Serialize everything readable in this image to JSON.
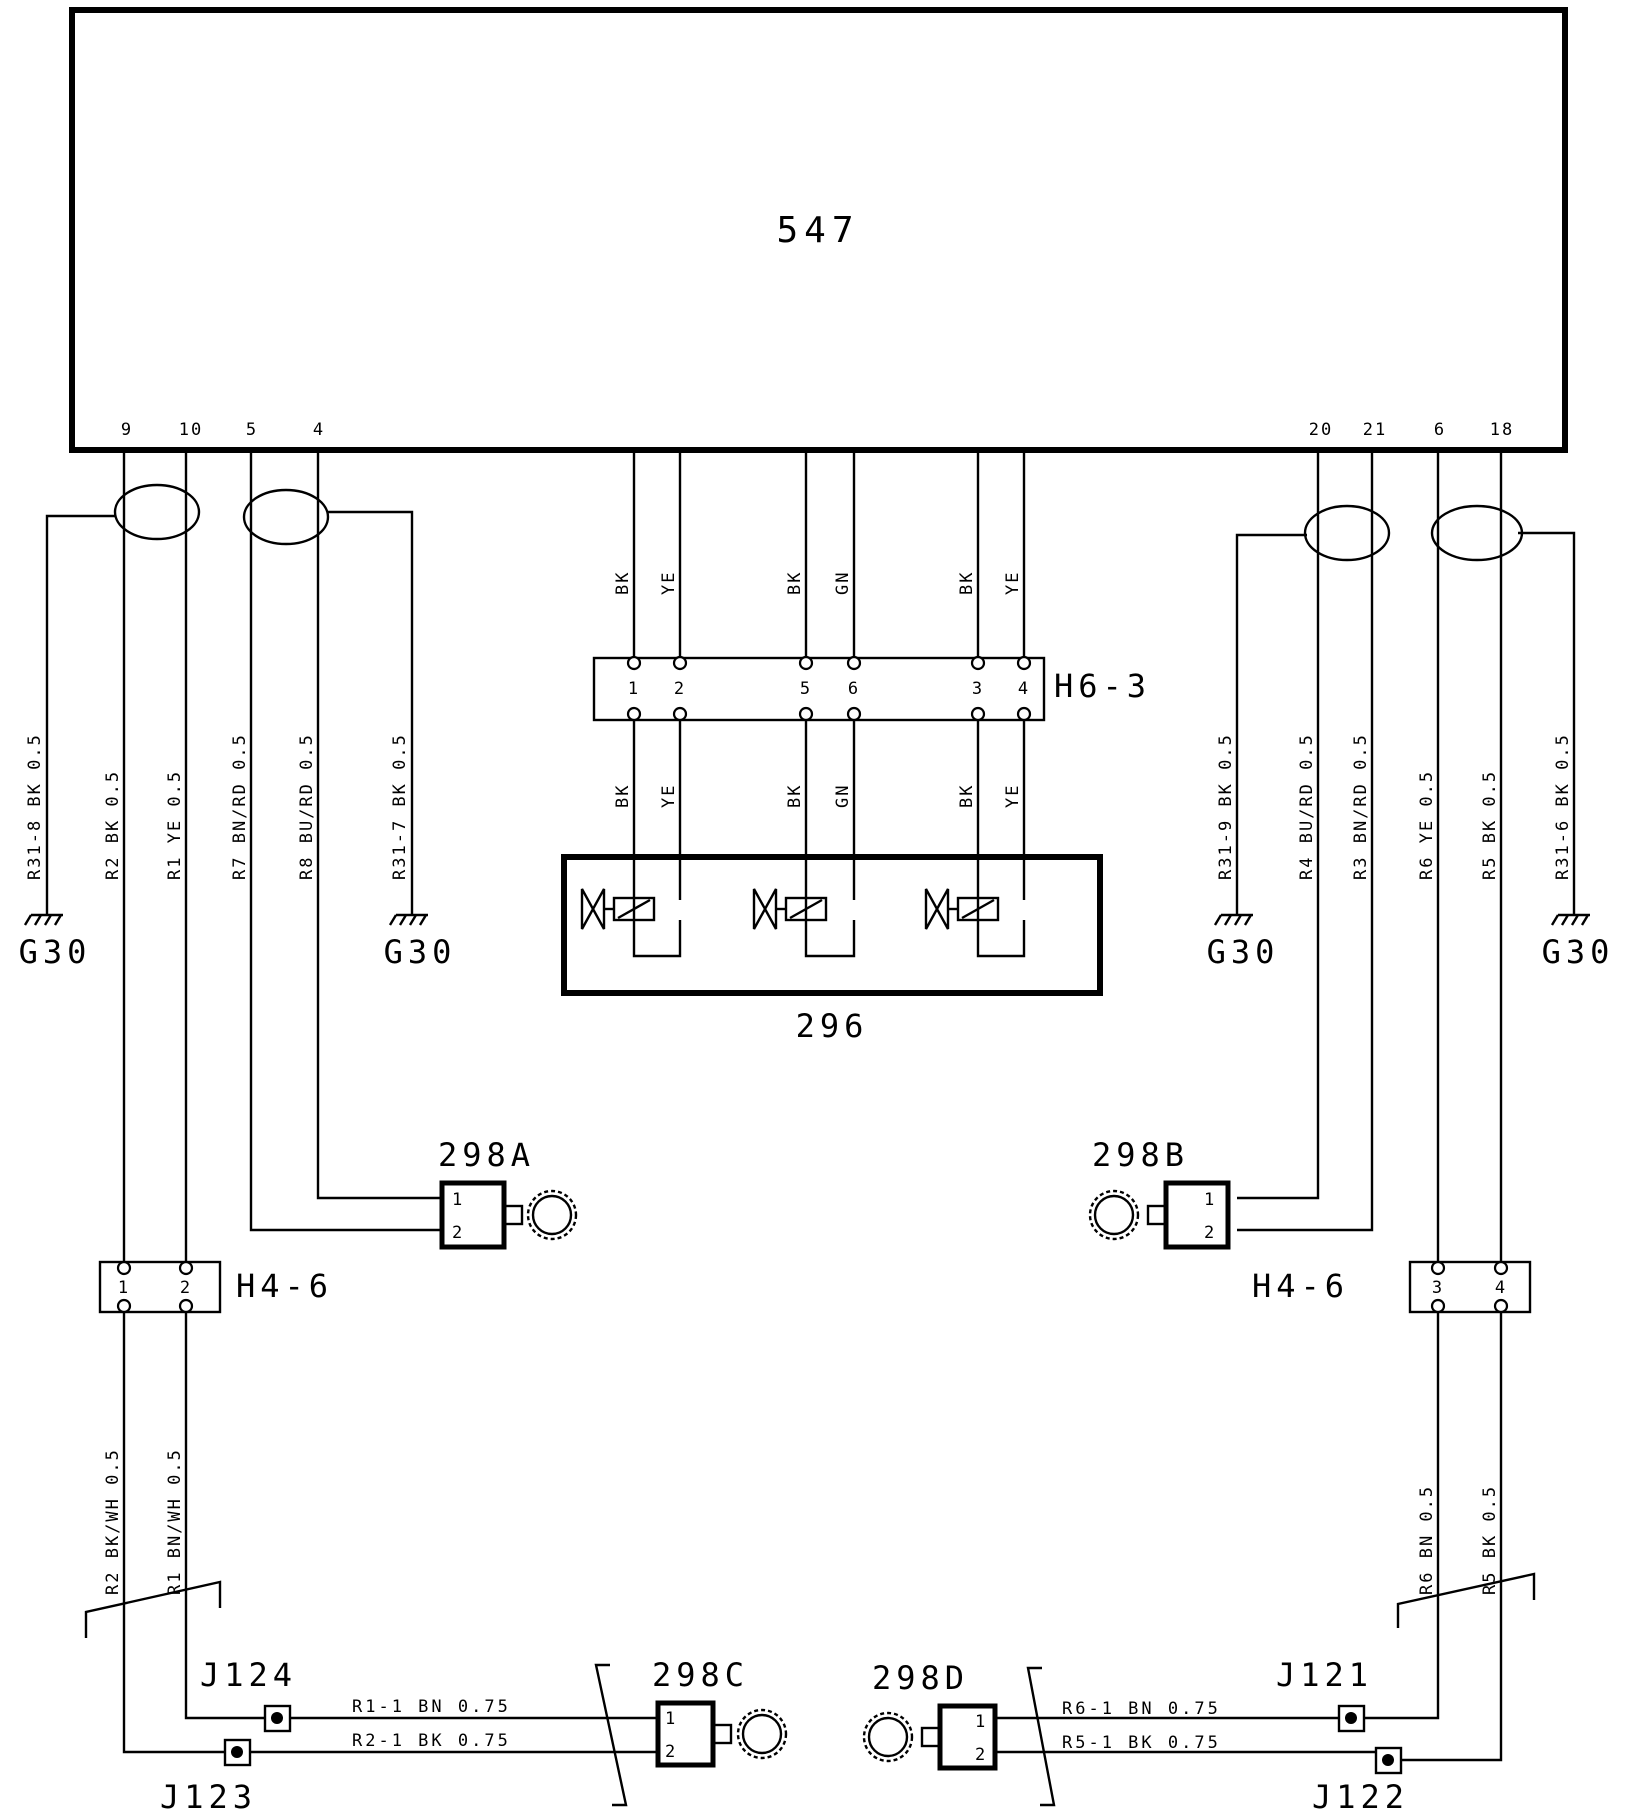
{
  "ecu": {
    "label": "547",
    "pins": [
      "9",
      "10",
      "5",
      "4",
      "20",
      "21",
      "6",
      "18"
    ]
  },
  "connector_h63": {
    "label": "H6-3",
    "pins": [
      "1",
      "2",
      "5",
      "6",
      "3",
      "4"
    ]
  },
  "connector_h46_left": {
    "label": "H4-6",
    "pins": [
      "1",
      "2"
    ]
  },
  "connector_h46_right": {
    "label": "H4-6",
    "pins": [
      "3",
      "4"
    ]
  },
  "valve_block": {
    "label": "296"
  },
  "sensors": {
    "a": {
      "label": "298A",
      "pins": [
        "1",
        "2"
      ]
    },
    "b": {
      "label": "298B",
      "pins": [
        "1",
        "2"
      ]
    },
    "c": {
      "label": "298C",
      "pins": [
        "1",
        "2"
      ]
    },
    "d": {
      "label": "298D",
      "pins": [
        "1",
        "2"
      ]
    }
  },
  "grounds": [
    "G30",
    "G30",
    "G30",
    "G30"
  ],
  "junctions": {
    "j124": "J124",
    "j123": "J123",
    "j121": "J121",
    "j122": "J122"
  },
  "center_wire_colors_top": [
    "BK",
    "YE",
    "BK",
    "GN",
    "BK",
    "YE"
  ],
  "center_wire_colors_bottom": [
    "BK",
    "YE",
    "BK",
    "GN",
    "BK",
    "YE"
  ],
  "left_wires_upper": [
    "R31-8 BK 0.5",
    "R2 BK 0.5",
    "R1 YE 0.5",
    "R7 BN/RD 0.5",
    "R8 BU/RD 0.5",
    "R31-7 BK 0.5"
  ],
  "right_wires_upper": [
    "R31-9 BK 0.5",
    "R4 BU/RD 0.5",
    "R3 BN/RD 0.5",
    "R6 YE 0.5",
    "R5 BK 0.5",
    "R31-6 BK 0.5"
  ],
  "left_wires_lower": [
    "R2 BK/WH 0.5",
    "R1 BN/WH 0.5"
  ],
  "right_wires_lower": [
    "R6 BN 0.5",
    "R5 BK 0.5"
  ],
  "bottom_wires_left": [
    "R1-1 BN 0.75",
    "R2-1 BK 0.75"
  ],
  "bottom_wires_right": [
    "R6-1 BN 0.75",
    "R5-1 BK 0.75"
  ]
}
